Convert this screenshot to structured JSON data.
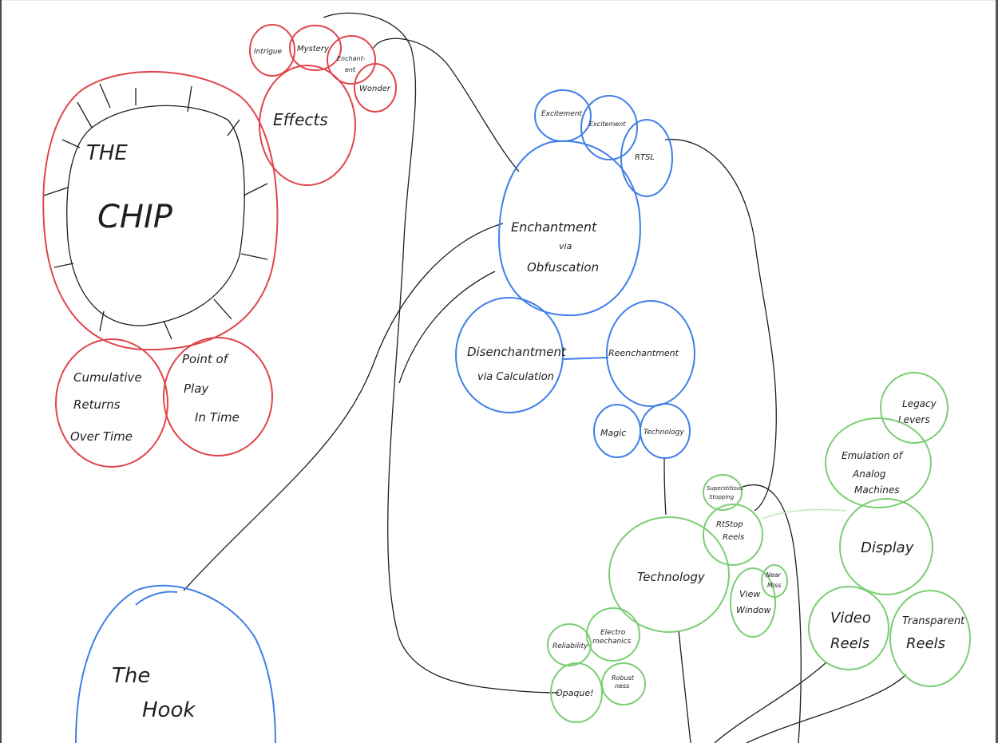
{
  "colors": {
    "red": "#e0454c",
    "blue": "#3f7fe6",
    "green": "#7ccd74",
    "ink": "#1e1e1e",
    "background": "#ffffff"
  },
  "labels": {
    "the_chip_1": "THE",
    "the_chip_2": "CHIP",
    "effects": "Effects",
    "intrigue": "Intrigue",
    "mystery": "Mystery",
    "enchantment_top_1": "Enchant-",
    "enchantment_top_2": "ent",
    "wonder": "Wonder",
    "cumulative_1": "Cumulative",
    "cumulative_2": "Returns",
    "cumulative_3": "Over Time",
    "point_1": "Point of",
    "point_2": "Play",
    "point_3": "In Time",
    "excitement": "Excitement",
    "excitement_2": "Excitement",
    "rtsl": "RTSL",
    "enchantment_main_1": "Enchantment",
    "enchantment_main_2": "via",
    "enchantment_main_3": "Obfuscation",
    "disenchantment_1": "Disenchantment",
    "disenchantment_2": "via Calculation",
    "reenchantment": "Reenchantment",
    "magic": "Magic",
    "technology_small": "Technology",
    "technology_big": "Technology",
    "superstitious_1": "Superstitious",
    "superstitious_2": "Stopping",
    "rtstop_1": "RtStop",
    "rtstop_2": "Reels",
    "near_miss_1": "Near",
    "near_miss_2": "Miss",
    "view_window_1": "View",
    "view_window_2": "Window",
    "electro_1": "Electro",
    "electro_2": "mechanics",
    "reliability": "Reliability",
    "opaque": "Opaque!",
    "robust_1": "Robust",
    "robust_2": "ness",
    "legacy_1": "Legacy",
    "legacy_2": "Levers",
    "emulation_1": "Emulation of",
    "emulation_2": "Analog",
    "emulation_3": "Machines",
    "display": "Display",
    "video_1": "Video",
    "video_2": "Reels",
    "transparent_1": "Transparent",
    "transparent_2": "Reels",
    "hook_1": "The",
    "hook_2": "Hook"
  }
}
